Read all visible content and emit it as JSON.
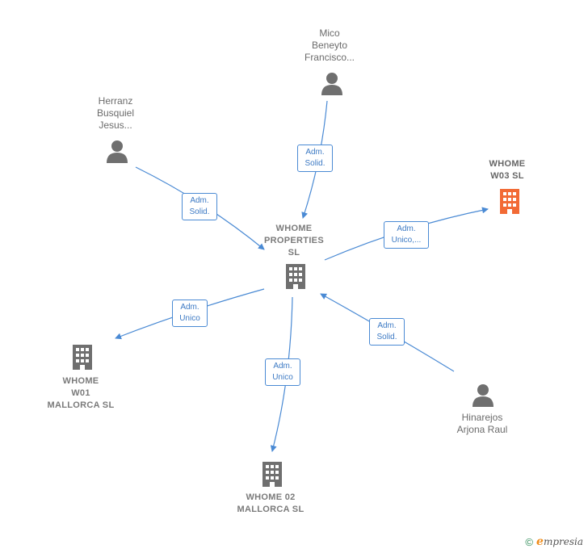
{
  "nodes": {
    "center": {
      "label": "WHOME\nPROPERTIES\nSL",
      "type": "company"
    },
    "mico": {
      "label": "Mico\nBeneyto\nFrancisco...",
      "type": "person"
    },
    "herranz": {
      "label": "Herranz\nBusquiel\nJesus...",
      "type": "person"
    },
    "w03": {
      "label": "WHOME\nW03  SL",
      "type": "company",
      "highlight": true
    },
    "w01": {
      "label": "WHOME\nW01\nMALLORCA  SL",
      "type": "company"
    },
    "w02": {
      "label": "WHOME 02\nMALLORCA  SL",
      "type": "company"
    },
    "hinarejos": {
      "label": "Hinarejos\nArjona Raul",
      "type": "person"
    }
  },
  "edges": {
    "mico_center": {
      "label": "Adm.\nSolid."
    },
    "herranz_center": {
      "label": "Adm.\nSolid."
    },
    "center_w03": {
      "label": "Adm.\nUnico,..."
    },
    "center_w01": {
      "label": "Adm.\nUnico"
    },
    "center_w02": {
      "label": "Adm.\nUnico"
    },
    "hinarejos_center": {
      "label": "Adm.\nSolid."
    }
  },
  "colors": {
    "edge": "#4a8ad4",
    "icon_gray": "#6f6f6f",
    "icon_highlight": "#f26a35"
  },
  "footer": {
    "copyright": "©",
    "brand_first": "e",
    "brand_rest": "mpresia"
  }
}
